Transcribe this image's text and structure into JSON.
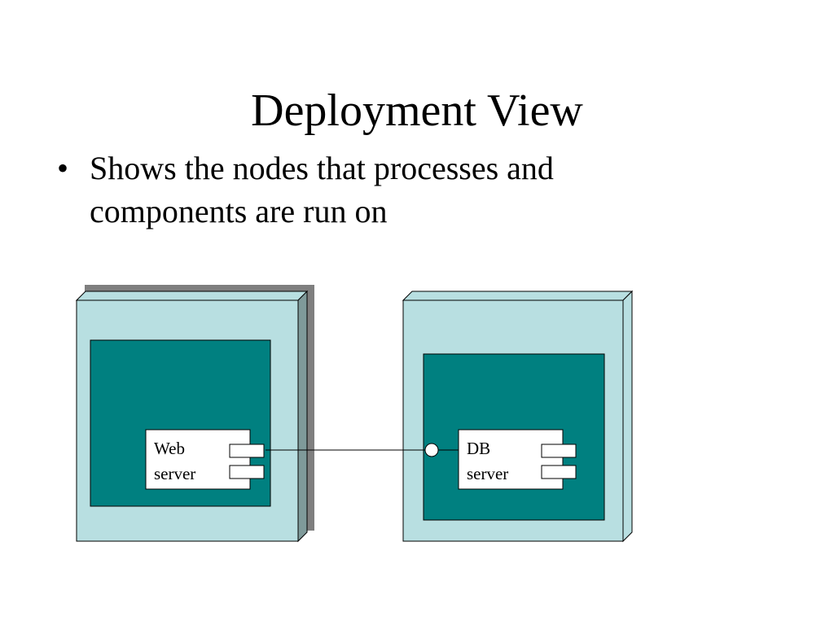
{
  "slide": {
    "title": "Deployment View",
    "bullets": [
      {
        "marker": "•",
        "text": "Shows the nodes that processes and components are run on"
      }
    ]
  },
  "diagram": {
    "colors": {
      "node_face": "#b8dfe1",
      "node_shadow": "#7f7f7f",
      "node_side": "#7f9a9a",
      "container": "#008080",
      "component": "#ffffff",
      "line": "#000000"
    },
    "nodes": [
      {
        "id": "node-left",
        "component": {
          "line1": "Web",
          "line2": "server"
        }
      },
      {
        "id": "node-right",
        "component": {
          "line1": "DB",
          "line2": "server"
        }
      }
    ],
    "connector": {
      "from": "Web server",
      "to": "DB server",
      "end": "interface-circle"
    }
  }
}
